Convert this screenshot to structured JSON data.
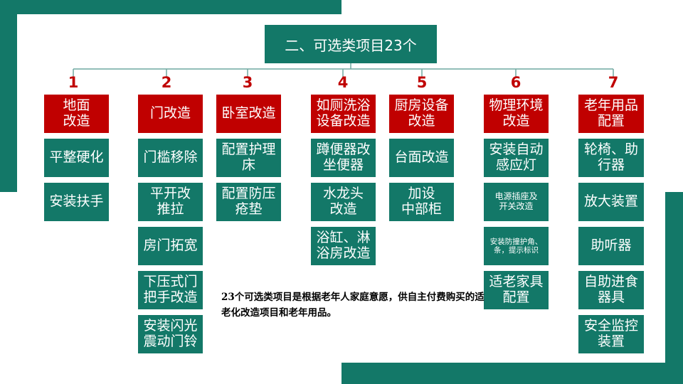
{
  "title": "二、可选类项目23个",
  "colors": {
    "teal": "#137868",
    "red": "#c00000"
  },
  "columns": [
    {
      "number": "1",
      "header": "地面\n改造",
      "items": [
        "平整硬化",
        "安装扶手"
      ]
    },
    {
      "number": "2",
      "header": "门改造",
      "items": [
        "门槛移除",
        "平开改\n推拉",
        "房门拓宽",
        "下压式门\n把手改造",
        "安装闪光\n震动门铃"
      ]
    },
    {
      "number": "3",
      "header": "卧室改造",
      "items": [
        "配置护理\n床",
        "配置防压\n疮垫"
      ]
    },
    {
      "number": "4",
      "header": "如厕洗浴\n设备改造",
      "items": [
        "蹲便器改\n坐便器",
        "水龙头\n改造",
        "浴缸、淋\n浴房改造"
      ]
    },
    {
      "number": "5",
      "header": "厨房设备\n改造",
      "items": [
        "台面改造",
        "加设\n中部柜"
      ]
    },
    {
      "number": "6",
      "header": "物理环境\n改造",
      "items": [
        "安装自动\n感应灯",
        "电源插座及\n开关改造",
        "安装防撞护角、\n条，提示标识",
        "适老家具\n配置"
      ]
    },
    {
      "number": "7",
      "header": "老年用品\n配置",
      "items": [
        "轮椅、助\n行器",
        "放大装置",
        "助听器",
        "自助进食\n器具",
        "安全监控\n装置"
      ]
    }
  ],
  "note": "23个可选类项目是根据老年人家庭意愿，供自主付费购买的适老化改造项目和老年用品。"
}
